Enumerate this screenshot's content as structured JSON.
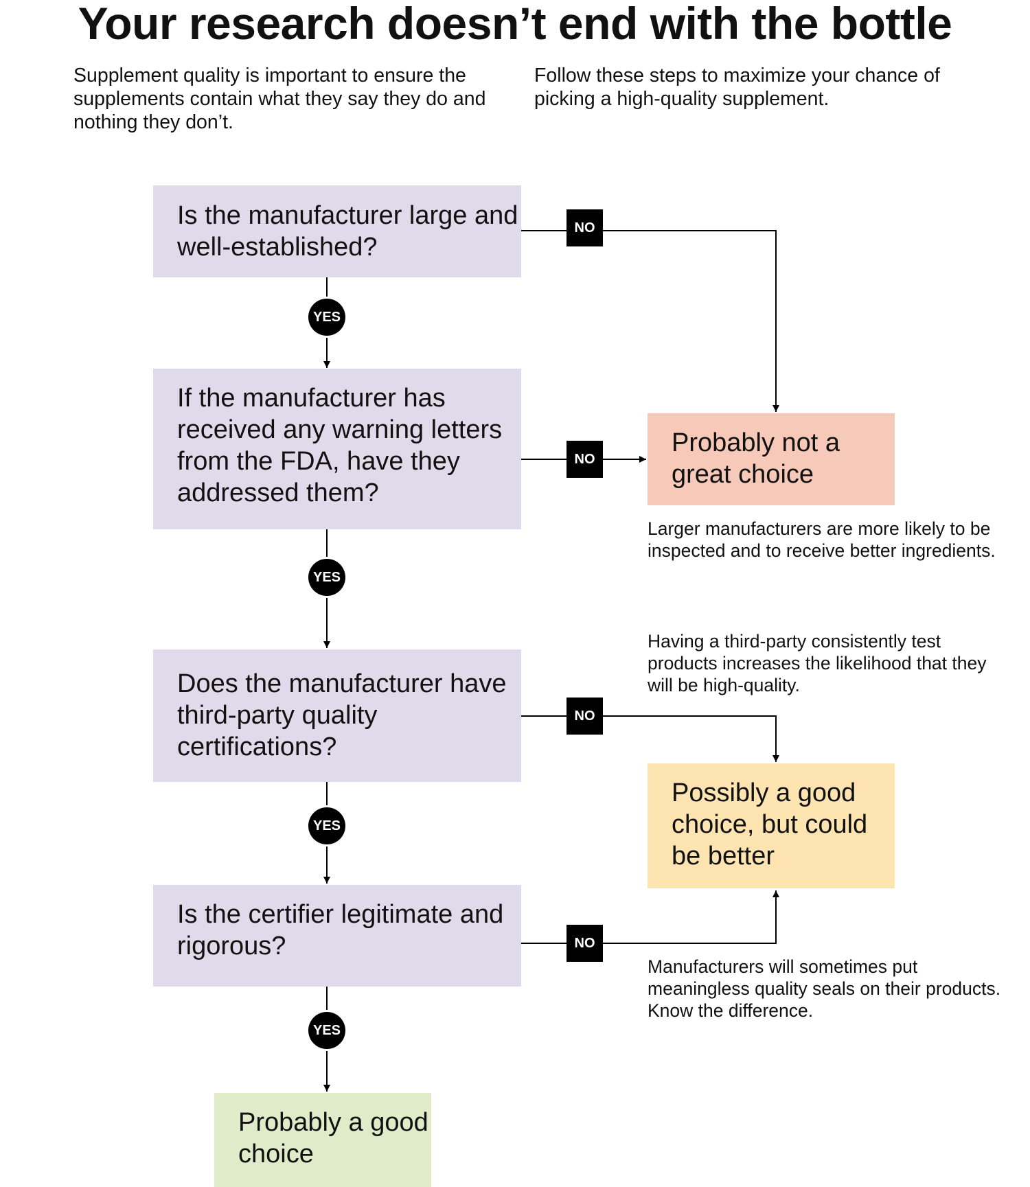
{
  "title": "Your research doesn’t end with the bottle",
  "intro": {
    "left": "Supplement quality is important to ensure the supplements contain what they say they do and nothing they don’t.",
    "right": "Follow these steps to maximize your chance of picking a high-quality supplement."
  },
  "questions": [
    "Is the manufacturer large and well-established?",
    "If the manufacturer has received any warning letters from the FDA, have they addressed them?",
    "Does the manufacturer have third-party quality certifications?",
    "Is the certifier legitimate and rigorous?"
  ],
  "outcomes": {
    "not_great": "Probably not a great choice",
    "possibly_good": "Possibly a good choice, but could be better",
    "good": "Probably a good choice"
  },
  "notes": [
    "Larger manufacturers are more likely to be inspected and to receive better ingredients.",
    "Having a third-party consistently test products increases the likelihood that they will be high-quality.",
    "Manufacturers will sometimes put meaningless quality seals on their products. Know the difference."
  ],
  "labels": {
    "yes": "YES",
    "no": "NO"
  },
  "colors": {
    "question_fill": "#e0dbea",
    "not_great_fill": "#f7c9b9",
    "possibly_good_fill": "#fde4b1",
    "good_fill": "#e0ecc9",
    "badge": "#000000"
  }
}
